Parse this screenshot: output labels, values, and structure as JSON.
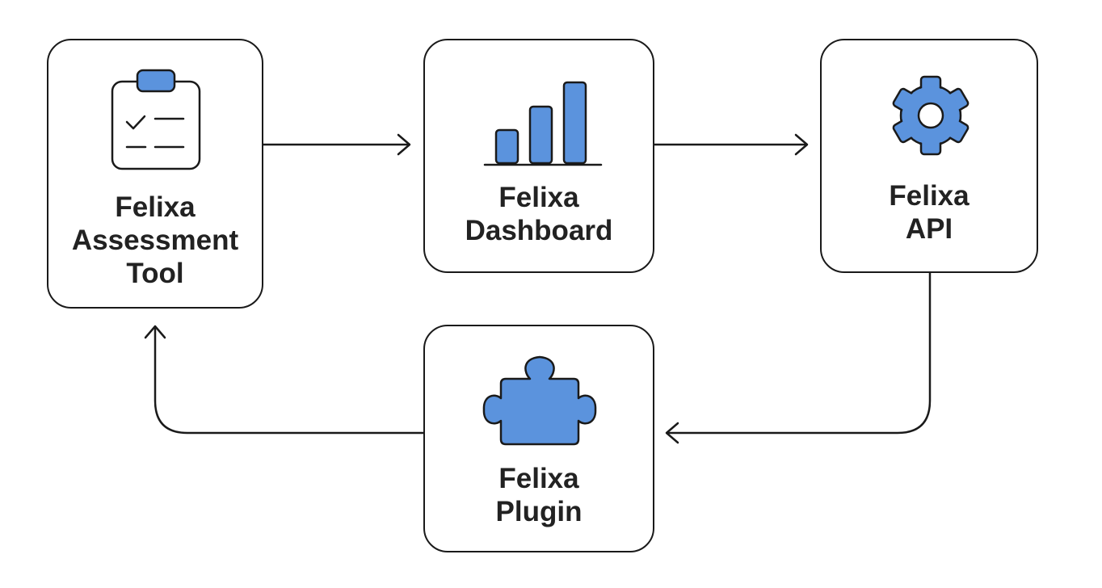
{
  "colors": {
    "accent": "#5b93dd",
    "stroke": "#1a1a1a",
    "text": "#222222",
    "background": "#ffffff"
  },
  "nodes": {
    "assessment_tool": {
      "icon": "clipboard-checklist-icon",
      "label_lines": [
        "Felixa",
        "Assessment",
        "Tool"
      ]
    },
    "dashboard": {
      "icon": "bar-chart-icon",
      "label_lines": [
        "Felixa",
        "Dashboard"
      ]
    },
    "api": {
      "icon": "gear-icon",
      "label_lines": [
        "Felixa",
        "API"
      ]
    },
    "plugin": {
      "icon": "puzzle-piece-icon",
      "label_lines": [
        "Felixa",
        "Plugin"
      ]
    }
  },
  "edges": [
    {
      "from": "Felixa Assessment Tool",
      "to": "Felixa Dashboard"
    },
    {
      "from": "Felixa Dashboard",
      "to": "Felixa API"
    },
    {
      "from": "Felixa API",
      "to": "Felixa Plugin"
    },
    {
      "from": "Felixa Plugin",
      "to": "Felixa Assessment Tool"
    }
  ]
}
